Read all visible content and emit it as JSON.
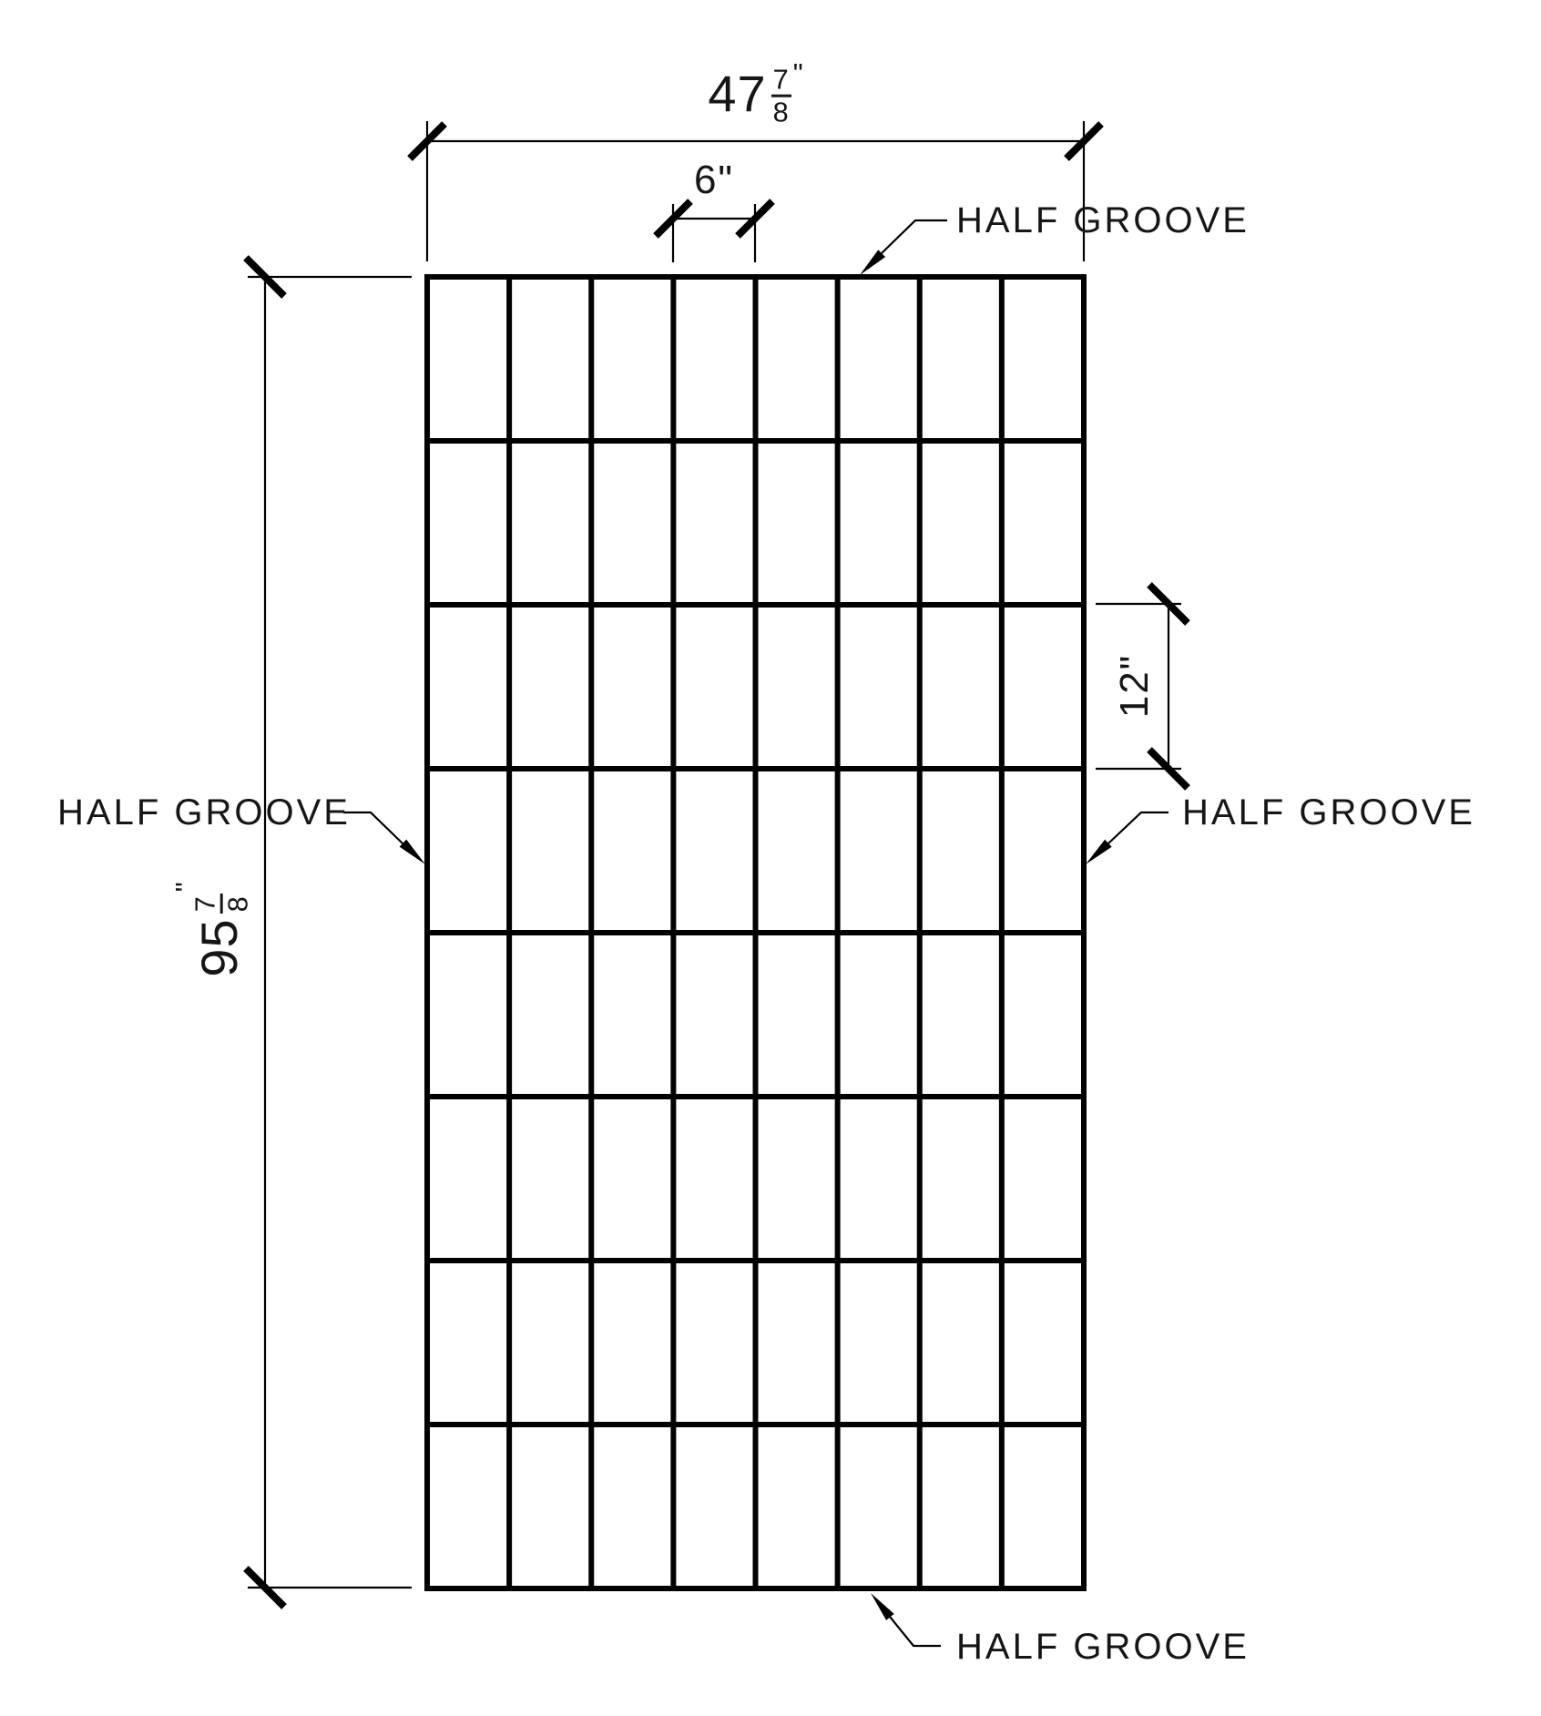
{
  "colors": {
    "background": "#ffffff",
    "line": "#000000",
    "text": "#161616"
  },
  "panel": {
    "columns": 8,
    "rows": 8,
    "width_label": {
      "whole": "47",
      "numerator": "7",
      "denominator": "8",
      "unit": "\""
    },
    "height_label": {
      "whole": "95",
      "numerator": "7",
      "denominator": "8",
      "unit": "\""
    },
    "groove_spacing_horizontal_label": "6\"",
    "groove_spacing_vertical_label": "12\""
  },
  "callouts": {
    "top": {
      "label": "HALF GROOVE"
    },
    "left": {
      "label": "HALF GROOVE"
    },
    "right": {
      "label": "HALF GROOVE"
    },
    "bottom": {
      "label": "HALF GROOVE"
    }
  }
}
